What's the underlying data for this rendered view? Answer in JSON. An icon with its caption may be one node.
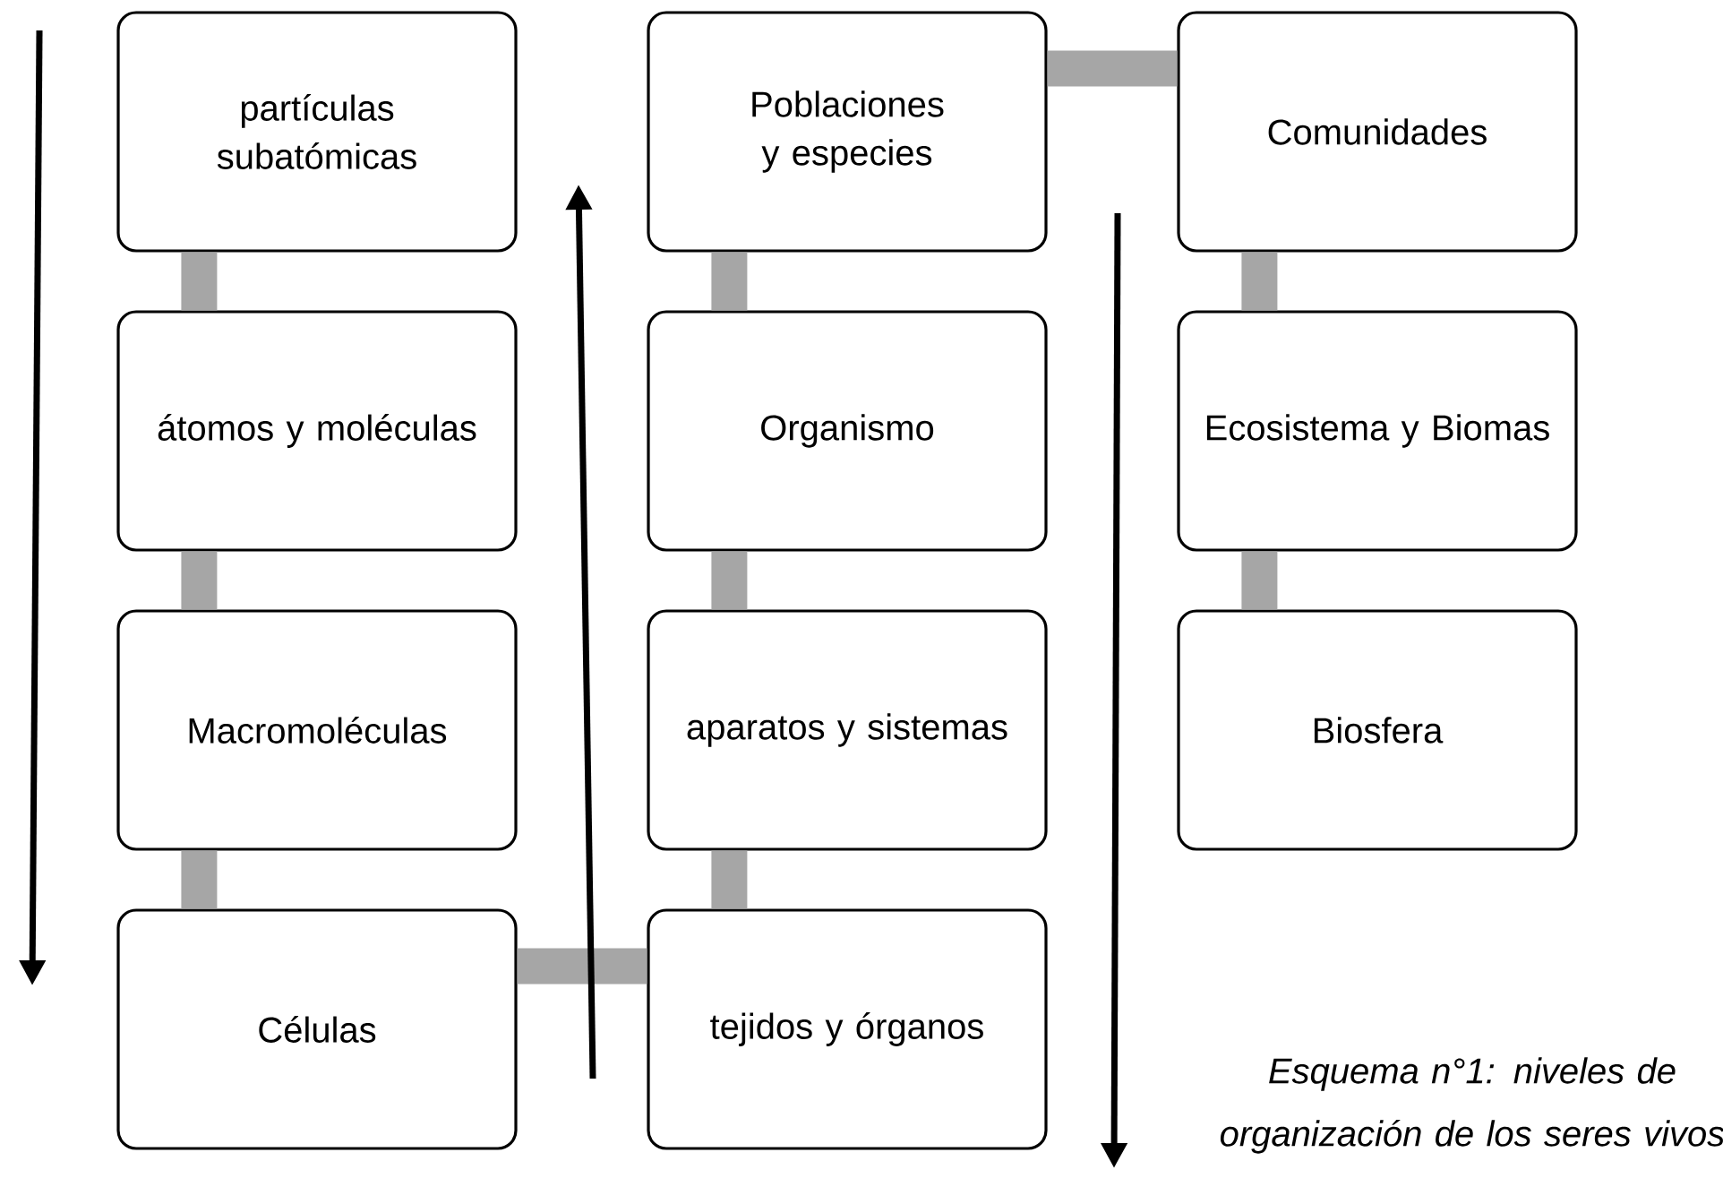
{
  "diagram": {
    "caption": "Esquema n°1: niveles de organización de los seres vivos",
    "nodes": [
      {
        "text": [
          "partículas subatómicas"
        ]
      },
      {
        "text": [
          "átomos y moléculas"
        ]
      },
      {
        "text": [
          "Macromoléculas"
        ]
      },
      {
        "text": [
          "Células"
        ]
      },
      {
        "text": [
          "Poblaciones y especies"
        ]
      },
      {
        "text": [
          "Organismo"
        ]
      },
      {
        "text": [
          "aparatos y sistemas"
        ]
      },
      {
        "text": [
          "tejidos y órganos"
        ]
      },
      {
        "text": [
          "Comunidades"
        ]
      },
      {
        "text": [
          "Ecosistema y Biomas"
        ]
      },
      {
        "text": [
          "Biosfera"
        ]
      }
    ],
    "edges": [
      {
        "from": 0,
        "to": 1,
        "arrow": "none"
      },
      {
        "from": 1,
        "to": 2,
        "arrow": "none"
      },
      {
        "from": 2,
        "to": 3,
        "arrow": "none"
      },
      {
        "from": 3,
        "to": 7,
        "arrow": "none"
      },
      {
        "from": 7,
        "to": 6,
        "arrow": "none"
      },
      {
        "from": 6,
        "to": 5,
        "arrow": "none"
      },
      {
        "from": 5,
        "to": 4,
        "arrow": "none"
      },
      {
        "from": 4,
        "to": 8,
        "arrow": "none"
      },
      {
        "from": 8,
        "to": 9,
        "arrow": "none"
      },
      {
        "from": 9,
        "to": 10,
        "arrow": "none"
      }
    ]
  }
}
